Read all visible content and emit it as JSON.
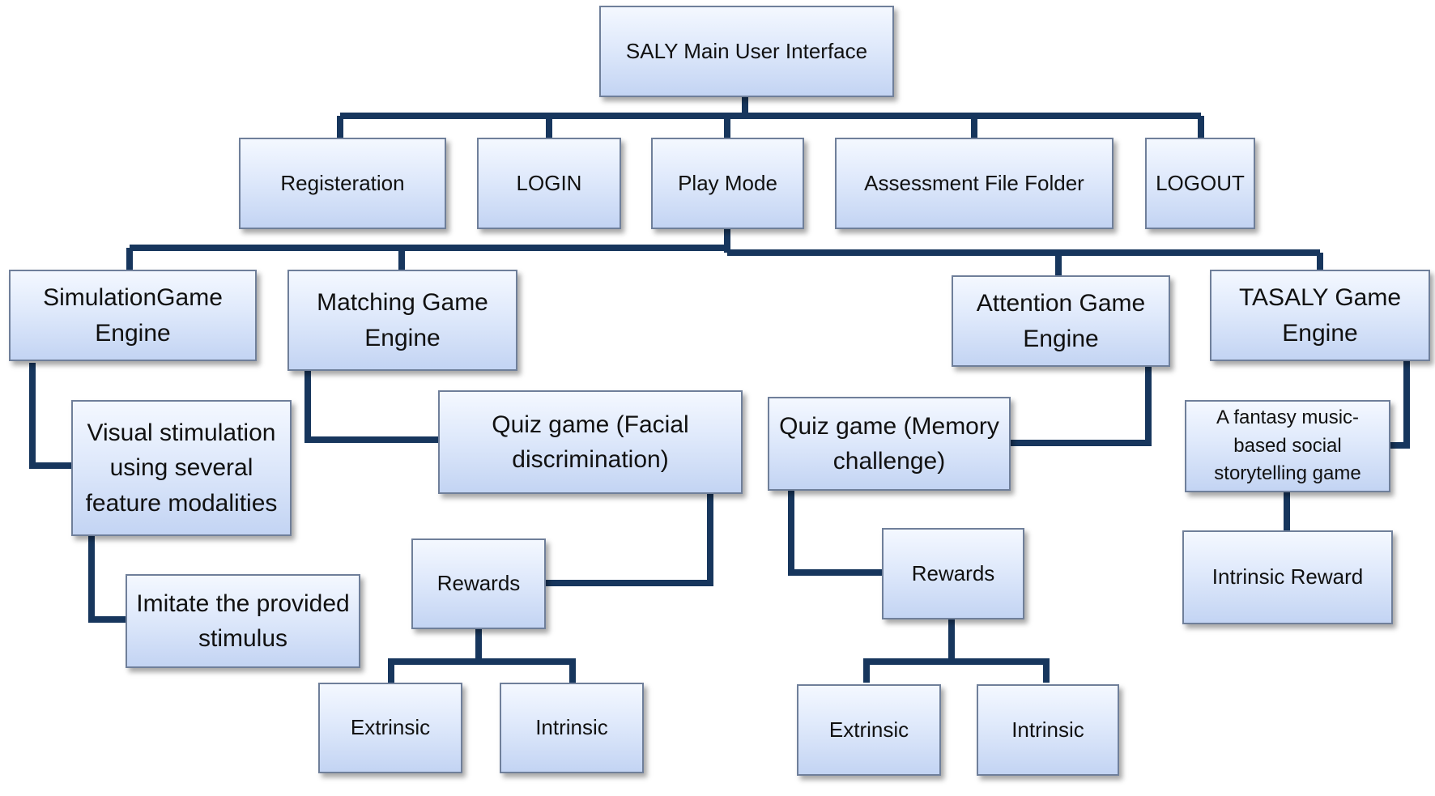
{
  "diagram": {
    "root": "SALY Main User Interface",
    "menu": {
      "registration": "Registeration",
      "login": "LOGIN",
      "play_mode": "Play Mode",
      "assessment": "Assessment File Folder",
      "logout": "LOGOUT"
    },
    "engines": {
      "simulation": {
        "title": "SimulationGame Engine",
        "activity": "Visual stimulation using several feature modalities",
        "task": "Imitate the provided stimulus"
      },
      "matching": {
        "title": "Matching Game Engine",
        "quiz": "Quiz game (Facial discrimination)",
        "rewards": "Rewards",
        "extrinsic": "Extrinsic",
        "intrinsic": "Intrinsic"
      },
      "attention": {
        "title": "Attention Game Engine",
        "quiz": "Quiz game (Memory challenge)",
        "rewards": "Rewards",
        "extrinsic": "Extrinsic",
        "intrinsic": "Intrinsic"
      },
      "tasaly": {
        "title": "TASALY Game Engine",
        "game": "A fantasy music-based social storytelling game",
        "reward": "Intrinsic Reward"
      }
    },
    "colors": {
      "connector": "#17365d",
      "box_border": "#6f7f9a",
      "box_fill_top": "#f4f8ff",
      "box_fill_bottom": "#c3d4f3"
    }
  }
}
